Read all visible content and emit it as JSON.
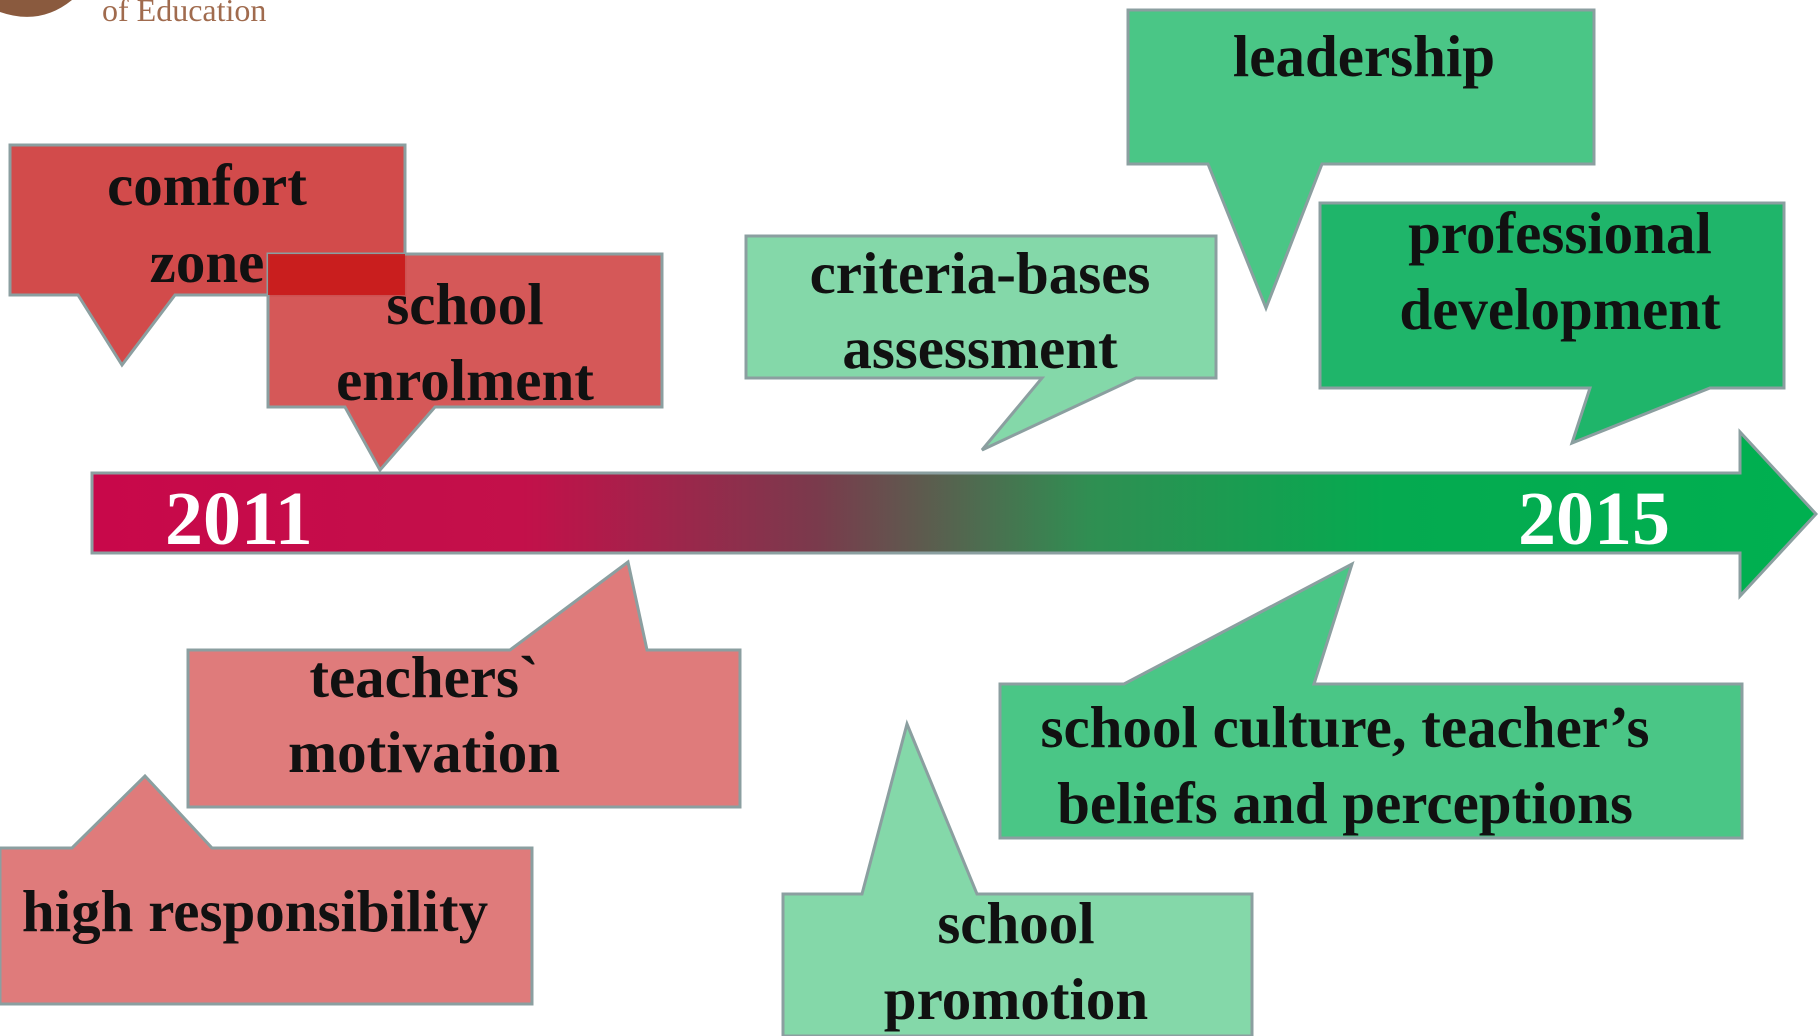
{
  "logo": {
    "text": "of Education"
  },
  "timeline": {
    "start_year": "2011",
    "end_year": "2015"
  },
  "callouts": [
    {
      "id": "comfort-zone",
      "lines": [
        "comfort",
        "zone"
      ],
      "fill": "#d24b4b"
    },
    {
      "id": "school-enrolment",
      "lines": [
        "school",
        "enrolment"
      ],
      "fill": "#d24b4b"
    },
    {
      "id": "criteria-bases-assessment",
      "lines": [
        "criteria-bases",
        "assessment"
      ],
      "fill": "#84d8a9"
    },
    {
      "id": "leadership",
      "lines": [
        "leadership"
      ],
      "fill": "#4ac686"
    },
    {
      "id": "professional-development",
      "lines": [
        "professional",
        "development"
      ],
      "fill": "#1fb56a"
    },
    {
      "id": "teachers-motivation",
      "lines": [
        "teachers`",
        "motivation"
      ],
      "fill": "#df7b7b"
    },
    {
      "id": "high-responsibility",
      "lines": [
        "high responsibility"
      ],
      "fill": "#df7b7b"
    },
    {
      "id": "school-promotion",
      "lines": [
        "school",
        "promotion"
      ],
      "fill": "#84d8a9"
    },
    {
      "id": "school-culture",
      "lines": [
        "school culture, teacher’s",
        "beliefs and perceptions"
      ],
      "fill": "#4ac686"
    }
  ],
  "colors": {
    "arrow_start": "#c8084a",
    "arrow_end": "#00b050",
    "callout_border": "#8b9fa0",
    "overlap_tint": "#c81616"
  }
}
